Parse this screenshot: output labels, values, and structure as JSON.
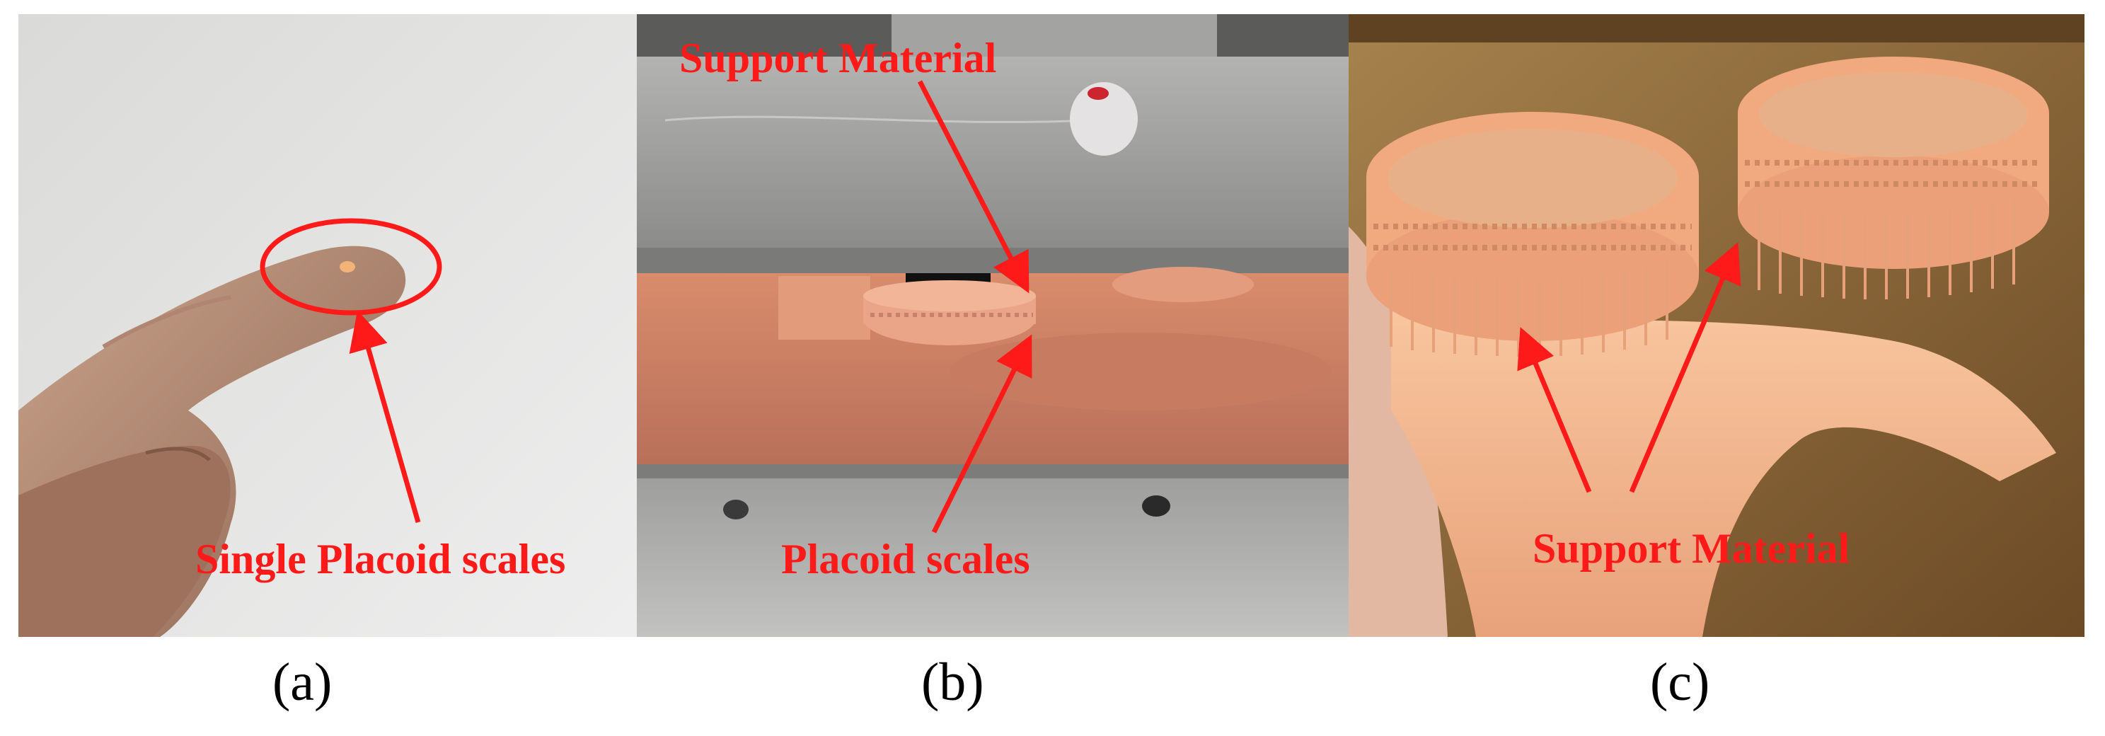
{
  "figure": {
    "panels": [
      {
        "id": "a",
        "caption": "(a)",
        "labels": [
          "Single Placoid scales"
        ]
      },
      {
        "id": "b",
        "caption": "(b)",
        "labels": [
          "Support Material",
          "Placoid scales"
        ]
      },
      {
        "id": "c",
        "caption": "(c)",
        "labels": [
          "Support Material"
        ]
      }
    ],
    "annotation_color": "#ff1a1a",
    "icons": [
      "circle-marker",
      "arrow"
    ]
  }
}
